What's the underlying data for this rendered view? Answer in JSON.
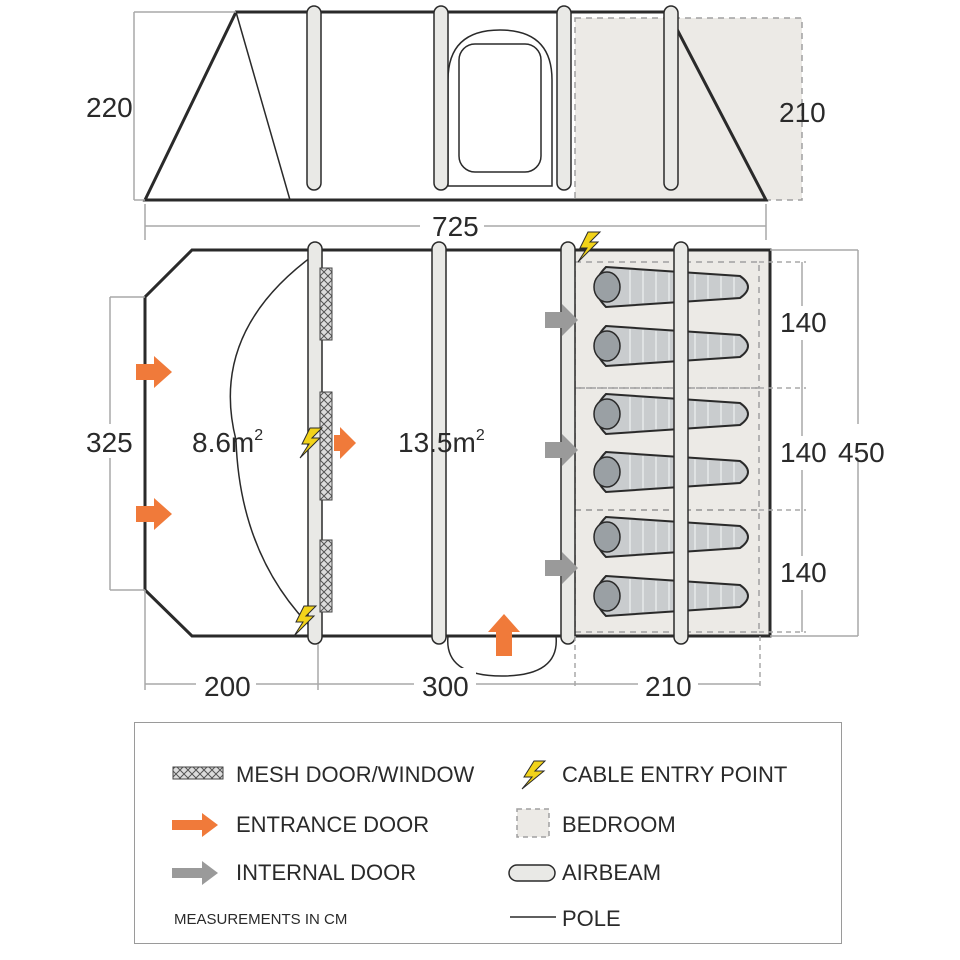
{
  "elevation": {
    "height_left": "220",
    "height_right": "210"
  },
  "floorplan": {
    "total_length": "725",
    "total_width": "450",
    "porch_width": "325",
    "porch_area_value": "8.6m",
    "porch_area_sup": "2",
    "living_area_value": "13.5m",
    "living_area_sup": "2",
    "bedroom_widths": [
      "140",
      "140",
      "140"
    ],
    "section_lengths": [
      "200",
      "300",
      "210"
    ],
    "sleeping_bag_count": 6
  },
  "legend": {
    "mesh_label": "MESH DOOR/WINDOW",
    "entrance_label": "ENTRANCE DOOR",
    "internal_label": "INTERNAL DOOR",
    "cable_label": "CABLE ENTRY POINT",
    "bedroom_label": "BEDROOM",
    "airbeam_label": "AIRBEAM",
    "pole_label": "POLE",
    "note": "MEASUREMENTS IN CM"
  },
  "colors": {
    "outline": "#2a2a2a",
    "airbeam_fill": "#e9e9e6",
    "bedroom_fill": "#eceae6",
    "entrance_arrow": "#f07a3a",
    "internal_arrow": "#9a9a9a",
    "cable_bolt": "#f2d31a",
    "dim_line": "#a8a8a8"
  }
}
